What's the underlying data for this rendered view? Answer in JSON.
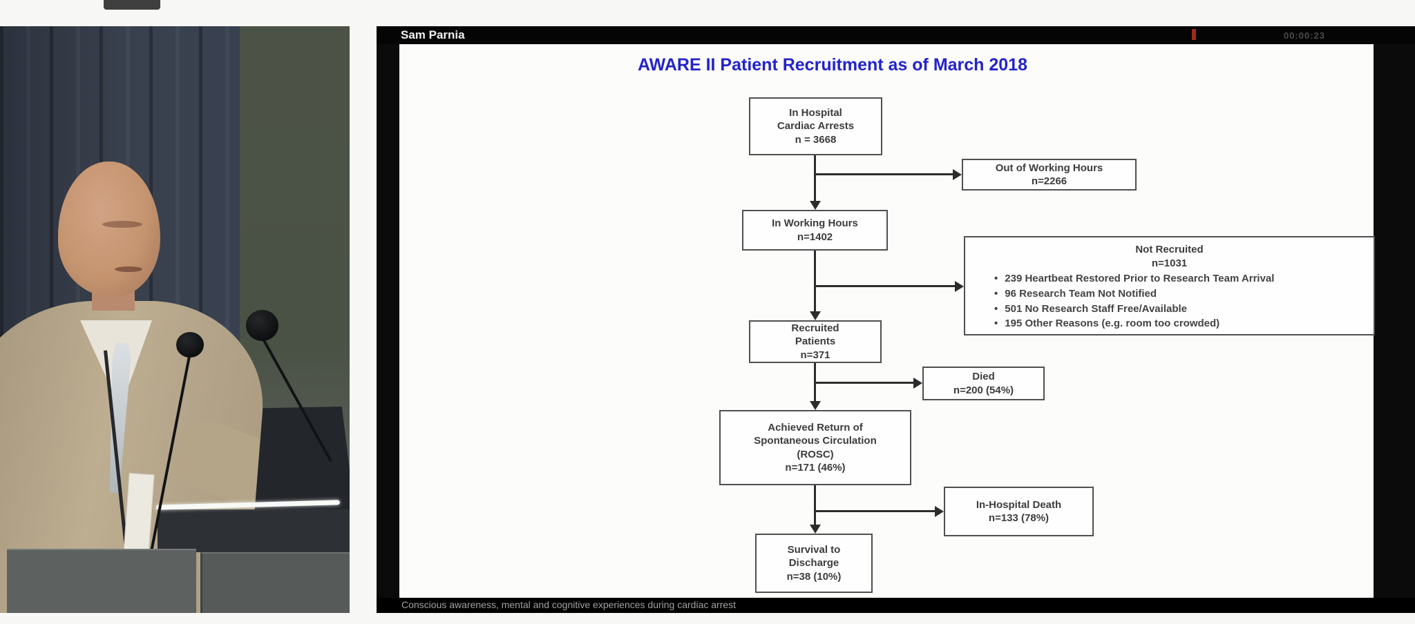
{
  "player": {
    "speaker_name": "Sam Parnia",
    "timestamp": "00:00:23",
    "caption": "Conscious awareness, mental and cognitive experiences during cardiac arrest"
  },
  "slide": {
    "title": "AWARE II Patient Recruitment as of March 2018",
    "flowchart": {
      "arrests": {
        "lines": [
          "In Hospital",
          "Cardiac Arrests",
          "n = 3668"
        ]
      },
      "out_of_hours": {
        "lines": [
          "Out of Working Hours",
          "n=2266"
        ]
      },
      "working_hours": {
        "lines": [
          "In Working Hours",
          "n=1402"
        ]
      },
      "not_recruited": {
        "title": "Not Recruited",
        "n": "n=1031",
        "bullets": [
          "239 Heartbeat Restored Prior to Research Team Arrival",
          "96 Research Team Not Notified",
          "501 No Research Staff Free/Available",
          "195 Other Reasons (e.g. room too crowded)"
        ]
      },
      "recruited": {
        "lines": [
          "Recruited",
          "Patients",
          "n=371"
        ]
      },
      "died": {
        "lines": [
          "Died",
          "n=200 (54%)"
        ]
      },
      "rosc": {
        "lines": [
          "Achieved Return of",
          "Spontaneous Circulation",
          "(ROSC)",
          "n=171 (46%)"
        ]
      },
      "in_hospital_death": {
        "lines": [
          "In-Hospital Death",
          "n=133 (78%)"
        ]
      },
      "survival": {
        "lines": [
          "Survival to",
          "Discharge",
          "n=38 (10%)"
        ]
      }
    }
  },
  "colors": {
    "title_blue": "#2323c9",
    "timeline_marker_red": "#9e2a1c",
    "box_border": "#4f4f4f"
  }
}
